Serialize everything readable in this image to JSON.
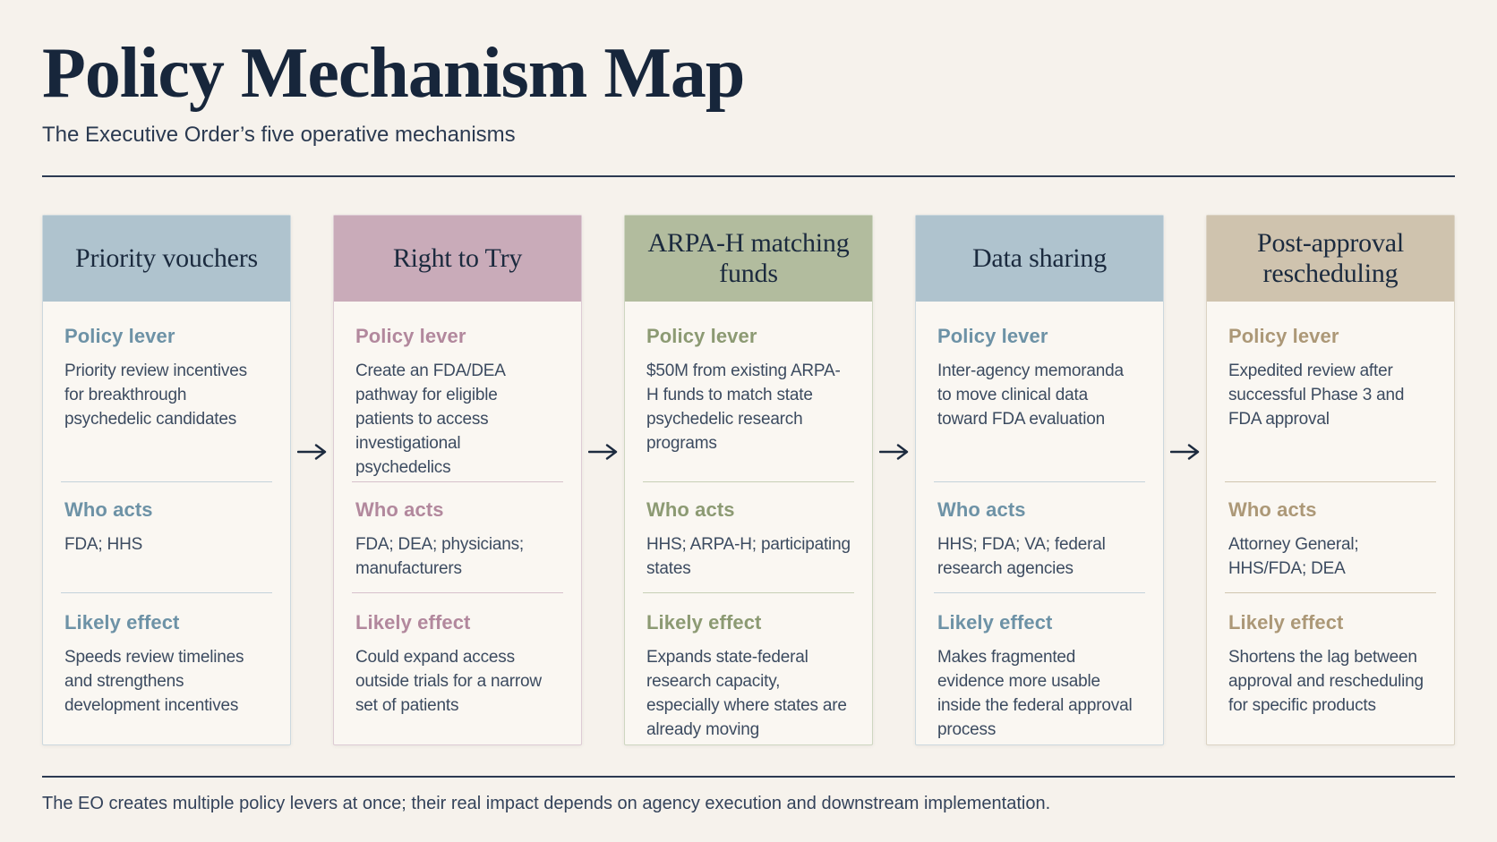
{
  "page": {
    "title": "Policy Mechanism Map",
    "subtitle": "The Executive Order’s five operative mechanisms",
    "footer": "The EO creates multiple policy levers at once; their real impact depends on agency execution and downstream implementation."
  },
  "colors": {
    "background": "#f6f2ec",
    "card_background": "#faf7f2",
    "heading_text": "#17263b",
    "body_text": "#3c4b60",
    "rule": "#2c3a52",
    "arrow": "#1d2b3f"
  },
  "section_labels": {
    "policy_lever": "Policy lever",
    "who_acts": "Who acts",
    "likely_effect": "Likely effect"
  },
  "cards": [
    {
      "title": "Priority vouchers",
      "policy_lever": "Priority review incentives for breakthrough psychedelic candidates",
      "who_acts": "FDA; HHS",
      "likely_effect": "Speeds review timelines and strengthens development incentives",
      "colors": {
        "header": "#afc3ce",
        "label": "#6d92a6",
        "border": "#ccd8de",
        "divider": "#c3d2da"
      }
    },
    {
      "title": "Right to Try",
      "policy_lever": "Create an FDA/DEA pathway for eligible patients to access investigational psychedelics",
      "who_acts": "FDA; DEA; physicians; manufacturers",
      "likely_effect": "Could expand access outside trials for a narrow set of patients",
      "colors": {
        "header": "#c9abb9",
        "label": "#b2889d",
        "border": "#ddcbd4",
        "divider": "#d6c0cb"
      }
    },
    {
      "title": "ARPA-H matching funds",
      "policy_lever": "$50M from existing ARPA-H funds to match state psychedelic research programs",
      "who_acts": "HHS; ARPA-H; participating states",
      "likely_effect": "Expands state-federal research capacity, especially where states are already moving",
      "colors": {
        "header": "#b2bc9e",
        "label": "#8c9a73",
        "border": "#ced6c1",
        "divider": "#c6cfb6"
      }
    },
    {
      "title": "Data sharing",
      "policy_lever": "Inter-agency memoranda to move clinical data toward FDA evaluation",
      "who_acts": "HHS; FDA; VA; federal research agencies",
      "likely_effect": "Makes fragmented evidence more usable inside the federal approval process",
      "colors": {
        "header": "#afc3ce",
        "label": "#6d92a6",
        "border": "#ccd8de",
        "divider": "#c3d2da"
      }
    },
    {
      "title": "Post-approval rescheduling",
      "policy_lever": "Expedited review after successful Phase 3 and FDA approval",
      "who_acts": "Attorney General; HHS/FDA; DEA",
      "likely_effect": "Shortens the lag between approval and rescheduling for specific products",
      "colors": {
        "header": "#cfc3ae",
        "label": "#ac9877",
        "border": "#dbd3c3",
        "divider": "#cfc5af"
      }
    }
  ]
}
